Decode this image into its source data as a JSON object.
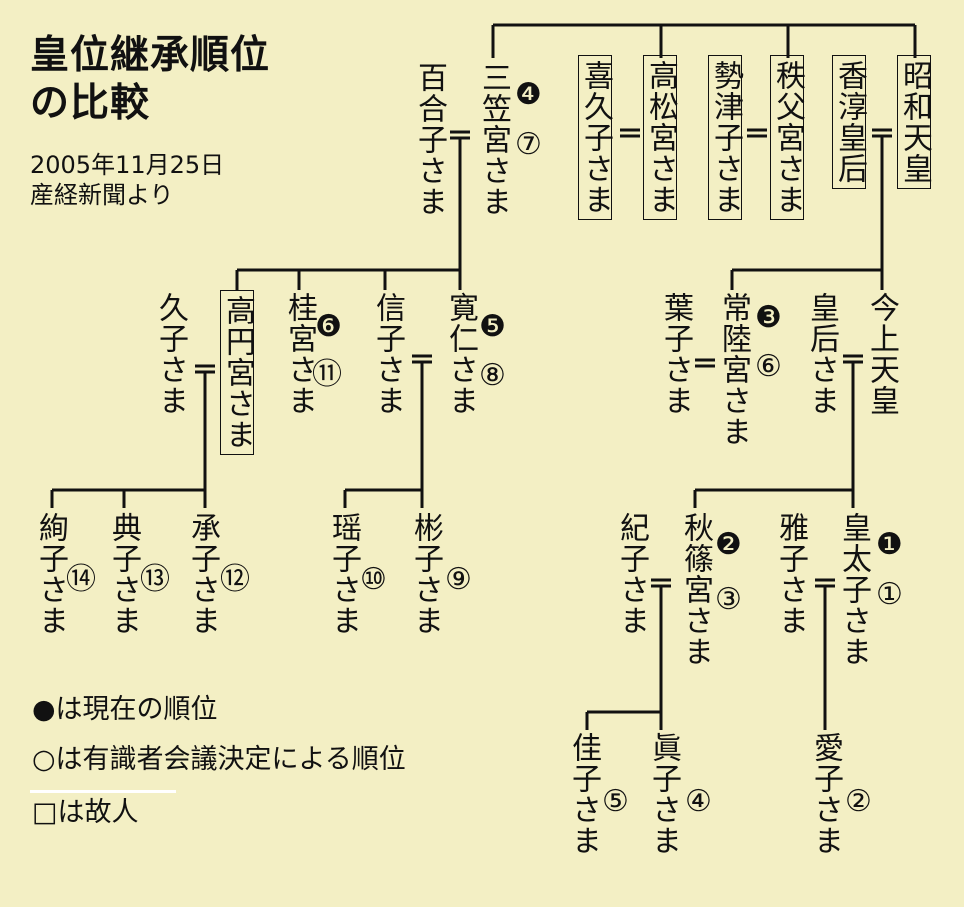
{
  "title": [
    "皇位継承順位",
    "の比較"
  ],
  "source": [
    "2005年11月25日",
    "産経新聞より"
  ],
  "names": {
    "showa": "昭和天皇",
    "kojun": "香淳皇后",
    "chichibu": "秩父宮さま",
    "seiko": "勢津子さま",
    "takamatsu": "高松宮さま",
    "kikuko": "喜久子さま",
    "mikasa": "三笠宮さま",
    "yuriko": "百合子さま",
    "kinjo": "今上天皇",
    "kogo": "皇后さま",
    "hitachi": "常陸宮さま",
    "hanako": "葉子さま",
    "tomohito": "寛仁さま",
    "nobuko": "信子さま",
    "katsura": "桂宮さま",
    "takamado": "高円宮さま",
    "hisako": "久子さま",
    "akiko": "彬子さま",
    "yoko": "瑶子さま",
    "tsuguko": "承子さま",
    "noriko_t": "典子さま",
    "ayako": "絢子さま",
    "kotaishi": "皇太子さま",
    "masako": "雅子さま",
    "akishino": "秋篠宮さま",
    "kiko": "紀子さま",
    "aiko": "愛子さま",
    "mako": "眞子さま",
    "kako": "佳子さま"
  },
  "current_rank": {
    "kotaishi": "❶",
    "akishino": "❷",
    "hitachi": "❸",
    "mikasa": "❹",
    "tomohito": "❺",
    "katsura": "❻"
  },
  "panel_rank": {
    "kotaishi": "①",
    "aiko": "②",
    "akishino": "③",
    "mako": "④",
    "kako": "⑤",
    "hitachi": "⑥",
    "mikasa": "⑦",
    "tomohito": "⑧",
    "akiko": "⑨",
    "yoko": "⑩",
    "katsura": "⑪",
    "tsuguko": "⑫",
    "noriko_t": "⑬",
    "ayako": "⑭"
  },
  "legend": [
    "●は現在の順位",
    "○は有識者会議決定による順位",
    "□は故人"
  ],
  "colors": {
    "background": "#f3efc4",
    "ink": "#111111",
    "underline": "#ffffff"
  }
}
